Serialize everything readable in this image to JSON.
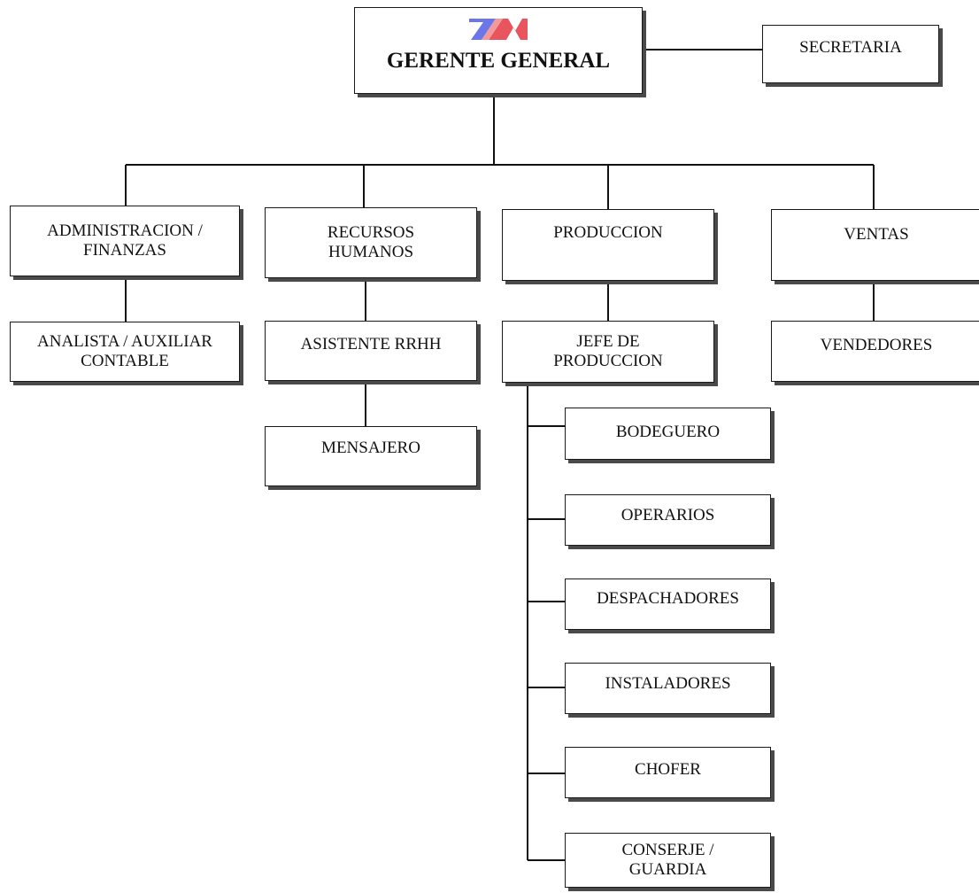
{
  "logo": {
    "icon": "tm-logo-icon",
    "colors": [
      "#6b76e8",
      "#e8555e"
    ]
  },
  "ceo": "GERENTE GENERAL",
  "secretaria": "SECRETARIA",
  "departments": {
    "admin": [
      "ADMINISTRACION /",
      "FINANZAS"
    ],
    "rrhh": [
      "RECURSOS",
      "HUMANOS"
    ],
    "produccion": "PRODUCCION",
    "ventas": "VENTAS"
  },
  "staff": {
    "analista": [
      "ANALISTA / AUXILIAR",
      "CONTABLE"
    ],
    "asistente_rrhh": "ASISTENTE RRHH",
    "mensajero": "MENSAJERO",
    "jefe_produccion": [
      "JEFE DE",
      "PRODUCCION"
    ],
    "vendedores": "VENDEDORES"
  },
  "production_staff": [
    [
      "BODEGUERO"
    ],
    [
      "OPERARIOS"
    ],
    [
      "DESPACHADORES"
    ],
    [
      "INSTALADORES"
    ],
    [
      "CHOFER"
    ],
    [
      "CONSERJE /",
      "GUARDIA"
    ]
  ]
}
